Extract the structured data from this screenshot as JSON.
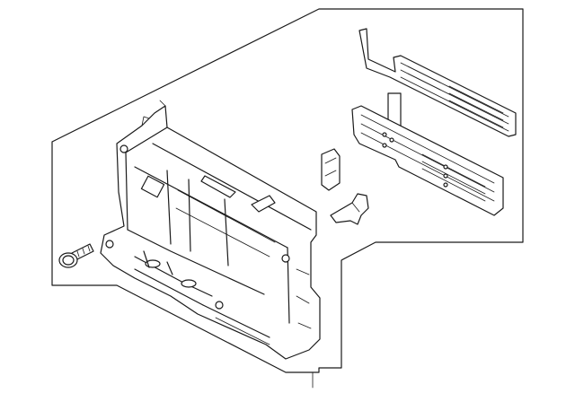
{
  "diagram": {
    "type": "exploded-parts-illustration",
    "parts": [
      {
        "name": "radiator-support-panel"
      },
      {
        "name": "air-deflector-upper"
      },
      {
        "name": "air-deflector-lower"
      },
      {
        "name": "side-seal"
      },
      {
        "name": "bracket-clip"
      },
      {
        "name": "flange-bolt"
      }
    ],
    "colors": {
      "line": "#1a1a1a",
      "background": "#ffffff"
    }
  }
}
